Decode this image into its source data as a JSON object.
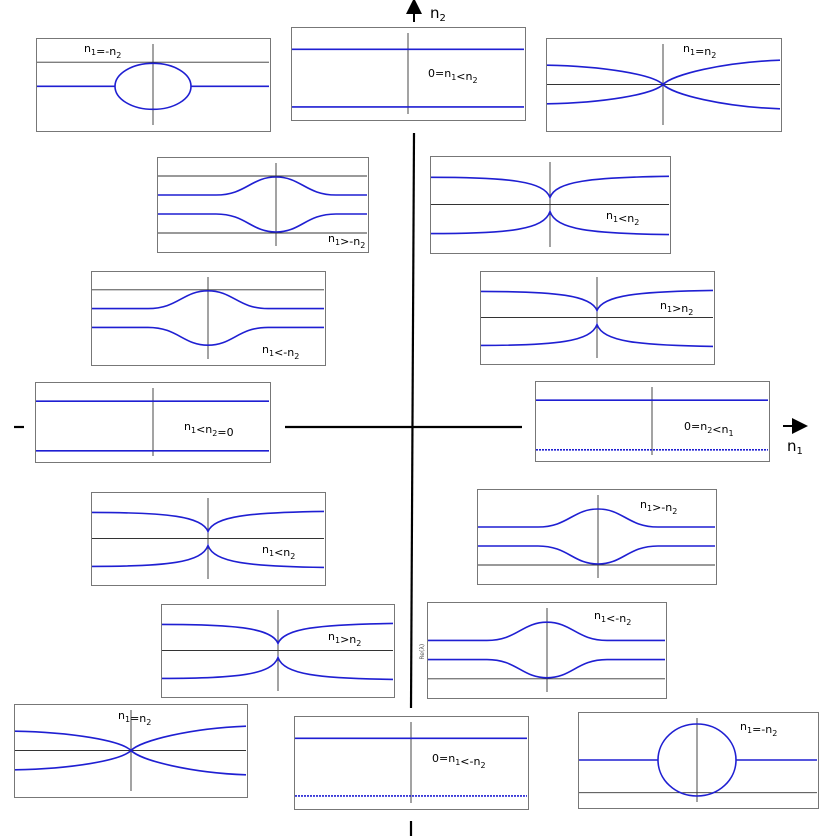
{
  "axes": {
    "x_label": "n",
    "x_sub": "1",
    "y_label": "n",
    "y_sub": "2"
  },
  "colors": {
    "curve": "#1f1fd2",
    "axis": "#000000",
    "panel_border": "#777777",
    "guide": "#333333"
  },
  "panels": [
    {
      "id": "p1",
      "shape": "ellipse",
      "inner_guide": "upper",
      "label": {
        "parts": [
          [
            "n",
            "1"
          ],
          [
            "=-n",
            "2"
          ]
        ]
      }
    },
    {
      "id": "p2",
      "shape": "flat",
      "inner_guide": "none",
      "label": {
        "parts": [
          [
            "0=n",
            "1"
          ],
          [
            "<n",
            "2"
          ]
        ]
      }
    },
    {
      "id": "p3",
      "shape": "converge",
      "inner_guide": "mid",
      "label": {
        "parts": [
          [
            "n",
            "1"
          ],
          [
            "=n",
            "2"
          ]
        ]
      }
    },
    {
      "id": "p4",
      "shape": "bump",
      "inner_guide": "both",
      "label": {
        "parts": [
          [
            "n",
            "1"
          ],
          [
            ">-n",
            "2"
          ]
        ]
      }
    },
    {
      "id": "p5",
      "shape": "cusp",
      "inner_guide": "mid",
      "label": {
        "parts": [
          [
            "n",
            "1"
          ],
          [
            "<n",
            "2"
          ]
        ]
      }
    },
    {
      "id": "p6",
      "shape": "bump",
      "inner_guide": "upper",
      "label": {
        "parts": [
          [
            "n",
            "1"
          ],
          [
            "<-n",
            "2"
          ]
        ]
      }
    },
    {
      "id": "p7",
      "shape": "cusp",
      "inner_guide": "mid",
      "label": {
        "parts": [
          [
            "n",
            "1"
          ],
          [
            ">n",
            "2"
          ]
        ]
      }
    },
    {
      "id": "p8",
      "shape": "flat",
      "inner_guide": "none",
      "label": {
        "parts": [
          [
            "n",
            "1"
          ],
          [
            "<n",
            "2"
          ],
          [
            "=0",
            ""
          ]
        ]
      }
    },
    {
      "id": "p9",
      "shape": "flat_dotted",
      "inner_guide": "none",
      "label": {
        "parts": [
          [
            "0=n",
            "2"
          ],
          [
            "<n",
            "1"
          ]
        ]
      }
    },
    {
      "id": "p10",
      "shape": "cusp",
      "inner_guide": "mid",
      "label": {
        "parts": [
          [
            "n",
            "1"
          ],
          [
            "<n",
            "2"
          ]
        ]
      }
    },
    {
      "id": "p11",
      "shape": "bump",
      "inner_guide": "lower",
      "label": {
        "parts": [
          [
            "n",
            "1"
          ],
          [
            ">-n",
            "2"
          ]
        ]
      }
    },
    {
      "id": "p12",
      "shape": "cusp",
      "inner_guide": "mid",
      "label": {
        "parts": [
          [
            "n",
            "1"
          ],
          [
            ">n",
            "2"
          ]
        ]
      }
    },
    {
      "id": "p13",
      "shape": "bump",
      "inner_guide": "lower",
      "label": {
        "parts": [
          [
            "n",
            "1"
          ],
          [
            "<-n",
            "2"
          ]
        ]
      },
      "side_text": "Re(λ)"
    },
    {
      "id": "p14",
      "shape": "converge",
      "inner_guide": "mid",
      "label": {
        "parts": [
          [
            "n",
            "1"
          ],
          [
            "=n",
            "2"
          ]
        ]
      }
    },
    {
      "id": "p15",
      "shape": "flat_dotted",
      "inner_guide": "none",
      "label": {
        "parts": [
          [
            "0=n",
            "1"
          ],
          [
            "<-n",
            "2"
          ]
        ]
      }
    },
    {
      "id": "p16",
      "shape": "ellipse",
      "inner_guide": "lower",
      "label": {
        "parts": [
          [
            "n",
            "1"
          ],
          [
            "=-n",
            "2"
          ]
        ]
      }
    }
  ]
}
